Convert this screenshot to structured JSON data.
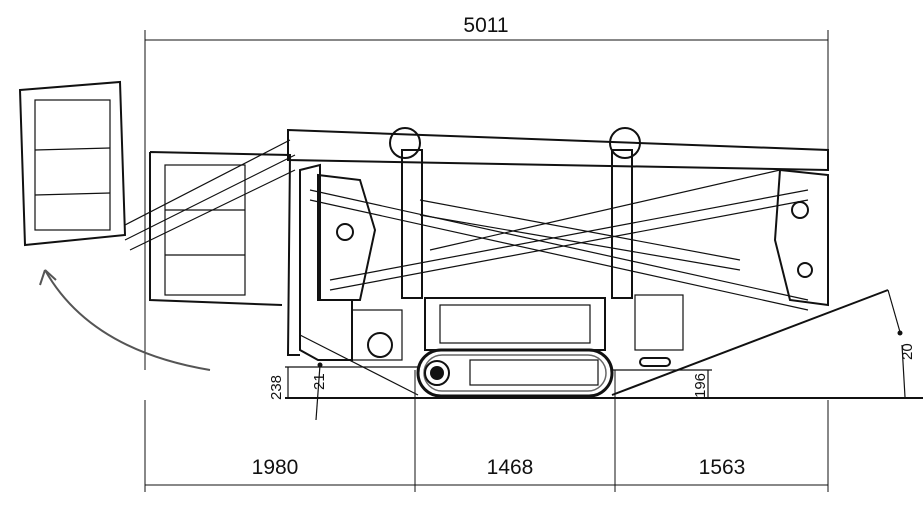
{
  "dimensions": {
    "overall_length": "5011",
    "rear_overhang": "1980",
    "track_length": "1468",
    "front_overhang": "1563",
    "base_height": "238",
    "front_clearance": "196",
    "rear_angle": "21",
    "front_angle": "20"
  },
  "colors": {
    "line": "#111111",
    "background": "#ffffff",
    "arrow": "#555555"
  }
}
